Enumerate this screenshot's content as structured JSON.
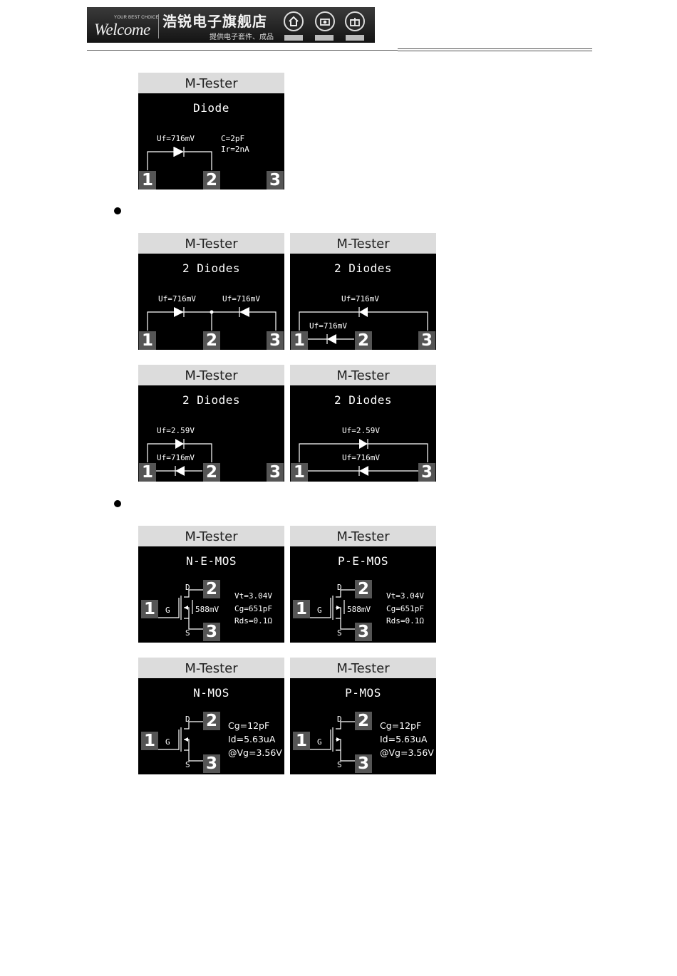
{
  "header": {
    "slogan": "YOUR BEST CHOICE",
    "welcome": "Welcome",
    "shop_name": "浩锐电子旗舰店",
    "subtitle": "提供电子套件、成品",
    "icons": [
      "home-icon",
      "camera-icon",
      "gift-icon"
    ]
  },
  "screens": [
    {
      "header": "M-Tester",
      "title": "Diode",
      "pins": [
        "1",
        "2",
        "3"
      ],
      "labels": [
        "Uf=716mV",
        "C=2pF",
        "Ir=2nA"
      ]
    },
    {
      "header": "M-Tester",
      "title": "2 Diodes",
      "pins": [
        "1",
        "2",
        "3"
      ],
      "labels": [
        "Uf=716mV",
        "Uf=716mV"
      ]
    },
    {
      "header": "M-Tester",
      "title": "2 Diodes",
      "pins": [
        "1",
        "2",
        "3"
      ],
      "labels": [
        "Uf=716mV",
        "Uf=716mV"
      ]
    },
    {
      "header": "M-Tester",
      "title": "2 Diodes",
      "pins": [
        "1",
        "2",
        "3"
      ],
      "labels": [
        "Uf=2.59V",
        "Uf=716mV"
      ]
    },
    {
      "header": "M-Tester",
      "title": "2 Diodes",
      "pins": [
        "1",
        "2",
        "3"
      ],
      "labels": [
        "Uf=2.59V",
        "Uf=716mV"
      ]
    },
    {
      "header": "M-Tester",
      "title": "N-E-MOS",
      "pins": [
        "1",
        "2",
        "3"
      ],
      "labels": [
        "D",
        "G",
        "S",
        "588mV",
        "Vt=3.04V",
        "Cg=651pF",
        "Rds=0.1Ω"
      ]
    },
    {
      "header": "M-Tester",
      "title": "P-E-MOS",
      "pins": [
        "1",
        "2",
        "3"
      ],
      "labels": [
        "D",
        "G",
        "S",
        "588mV",
        "Vt=3.04V",
        "Cg=651pF",
        "Rds=0.1Ω"
      ]
    },
    {
      "header": "M-Tester",
      "title": "N-MOS",
      "pins": [
        "1",
        "2",
        "3"
      ],
      "labels": [
        "D",
        "G",
        "S",
        "Cg=12pF",
        "Id=5.63uA",
        "@Vg=3.56V"
      ]
    },
    {
      "header": "M-Tester",
      "title": "P-MOS",
      "pins": [
        "1",
        "2",
        "3"
      ],
      "labels": [
        "D",
        "G",
        "S",
        "Cg=12pF",
        "Id=5.63uA",
        "@Vg=3.56V"
      ]
    }
  ]
}
